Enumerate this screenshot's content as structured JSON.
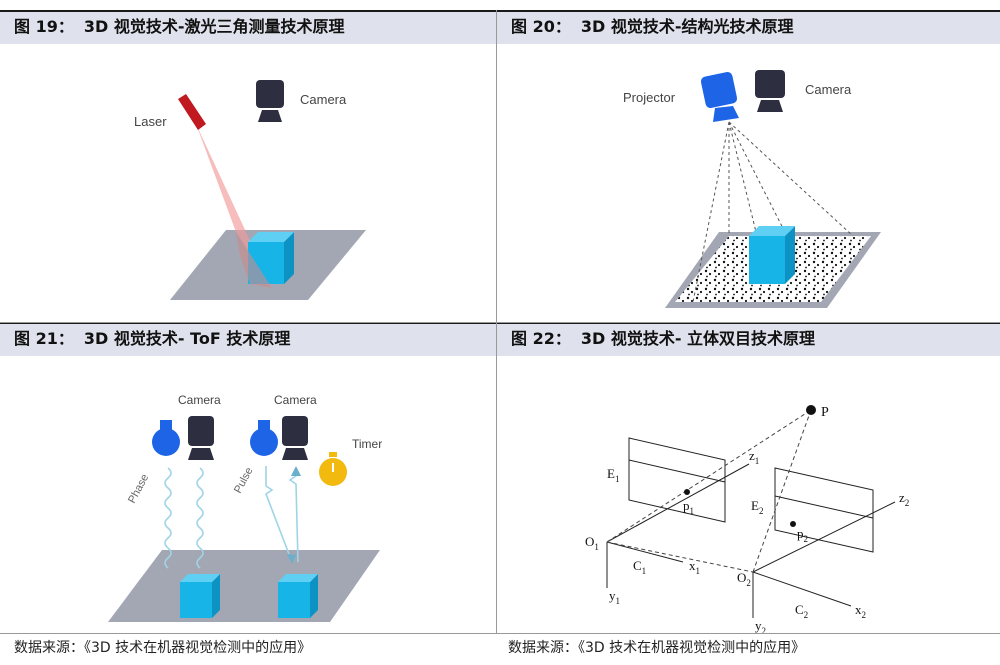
{
  "figures": [
    {
      "number": "图 19：",
      "title": "3D 视觉技术-激光三角测量技术原理",
      "labels": {
        "laser": "Laser",
        "camera": "Camera"
      }
    },
    {
      "number": "图 20：",
      "title": "3D 视觉技术-结构光技术原理",
      "labels": {
        "projector": "Projector",
        "camera": "Camera"
      }
    },
    {
      "number": "图 21：",
      "title": "3D 视觉技术- ToF 技术原理",
      "labels": {
        "camera_left": "Camera",
        "camera_right": "Camera",
        "timer": "Timer",
        "phase": "Phase",
        "pulse": "Pulse"
      }
    },
    {
      "number": "图 22：",
      "title": "3D 视觉技术- 立体双目技术原理",
      "labels": {
        "P": "P",
        "E1": "E",
        "E1_sub": "1",
        "E2": "E",
        "E2_sub": "2",
        "p1": "p",
        "p1_sub": "1",
        "p2": "p",
        "p2_sub": "2",
        "O1": "O",
        "O1_sub": "1",
        "O2": "O",
        "O2_sub": "2",
        "C1": "C",
        "C1_sub": "1",
        "C2": "C",
        "C2_sub": "2",
        "x1": "x",
        "x1_sub": "1",
        "x2": "x",
        "x2_sub": "2",
        "y1": "y",
        "y1_sub": "1",
        "y2": "y",
        "y2_sub": "2",
        "z1": "z",
        "z1_sub": "1",
        "z2": "z",
        "z2_sub": "2"
      }
    }
  ],
  "sources": [
    "数据来源：《3D 技术在机器视觉检测中的应用》",
    "数据来源：《3D 技术在机器视觉检测中的应用》"
  ],
  "colors": {
    "header_bg": "#dfe2ec",
    "laser_red": "#c0191f",
    "cube_blue": "#17b4e8",
    "projector_blue": "#1e64e6",
    "device_dark": "#2d2f40",
    "floor_gray": "#a3a7b4",
    "timer_yellow": "#f2b90f"
  }
}
